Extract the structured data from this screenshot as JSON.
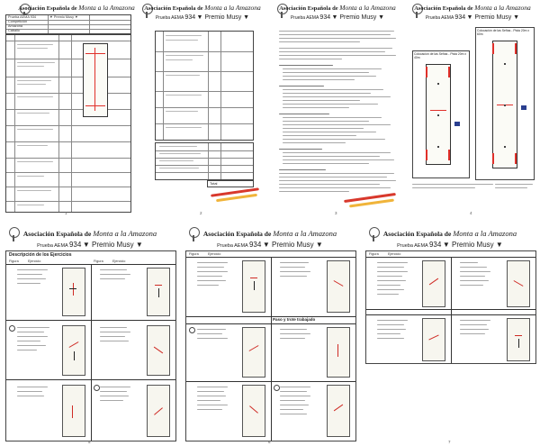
{
  "header": {
    "assoc_prefix": "Asociación Española de",
    "assoc_italic": "Monta a la Amazona",
    "prueba_label": "Prueba AEMA",
    "prueba_number": "934",
    "premio": "▼ Premio Musy ▼"
  },
  "pages": [
    {
      "number": "1"
    },
    {
      "number": "2"
    },
    {
      "number": "3"
    },
    {
      "number": "4"
    },
    {
      "number": "5",
      "section_title": "Descripción de los Ejercicios",
      "col_figura": "Figura",
      "col_ejercicio": "Ejercicio"
    },
    {
      "number": "6",
      "section_title": "Paso y trote trabajado",
      "col_figura": "Figura",
      "col_ejercicio": "Ejercicio"
    },
    {
      "number": "7",
      "col_figura": "Figura",
      "col_ejercicio": "Ejercicio"
    }
  ],
  "page1": {
    "field1": "Competición",
    "field2": "Amazona",
    "field3": "Caballo"
  },
  "page2": {
    "total_label": "Total"
  },
  "page4": {
    "left_title": "Colocación de las Señas - Pista 20m x 40m",
    "right_title": "Colocación de las Señas - Pista 20m x 60m"
  },
  "colors": {
    "swoosh_red": "#d8382c",
    "swoosh_yellow": "#f0b43a",
    "arena_red": "#e0302a",
    "arena_blue": "#2a3f8f"
  }
}
